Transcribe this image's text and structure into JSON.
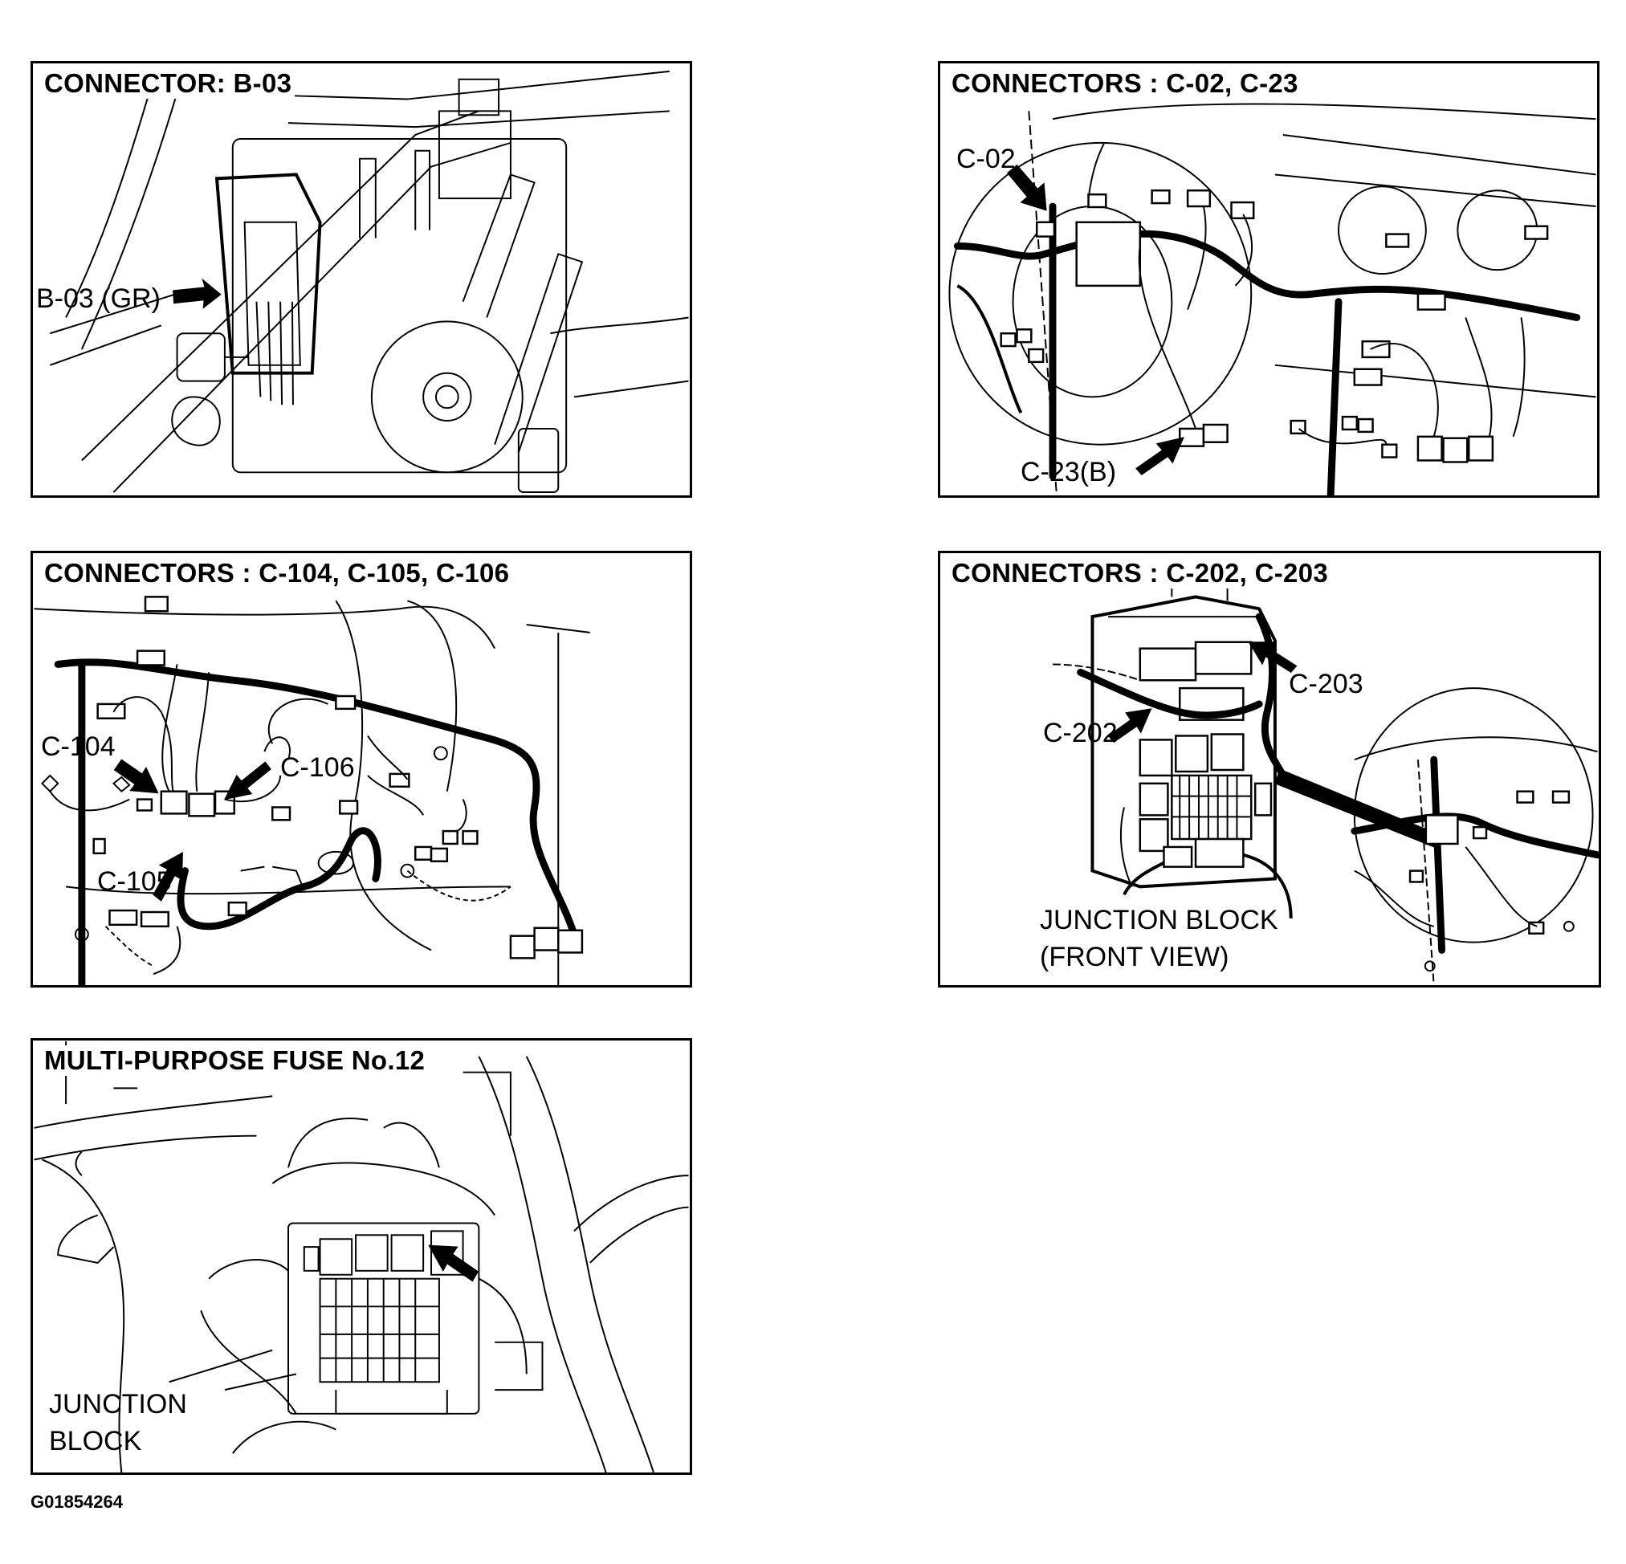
{
  "panels": {
    "b03": {
      "title": "CONNECTOR: B-03",
      "labels": {
        "b03": "B-03 (GR)"
      }
    },
    "c02_c23": {
      "title": "CONNECTORS : C-02, C-23",
      "labels": {
        "c02": "C-02",
        "c23": "C-23(B)"
      }
    },
    "c104_c106": {
      "title": "CONNECTORS : C-104, C-105, C-106",
      "labels": {
        "c104": "C-104",
        "c105": "C-105",
        "c106": "C-106"
      }
    },
    "c202_c203": {
      "title": "CONNECTORS : C-202, C-203",
      "labels": {
        "c202": "C-202",
        "c203": "C-203",
        "jb_line1": "JUNCTION BLOCK",
        "jb_line2": "(FRONT VIEW)"
      }
    },
    "fuse12": {
      "title": "MULTI-PURPOSE FUSE No.12",
      "labels": {
        "jb_line1": "JUNCTION",
        "jb_line2": "BLOCK"
      }
    }
  },
  "figure_id": "G01854264"
}
